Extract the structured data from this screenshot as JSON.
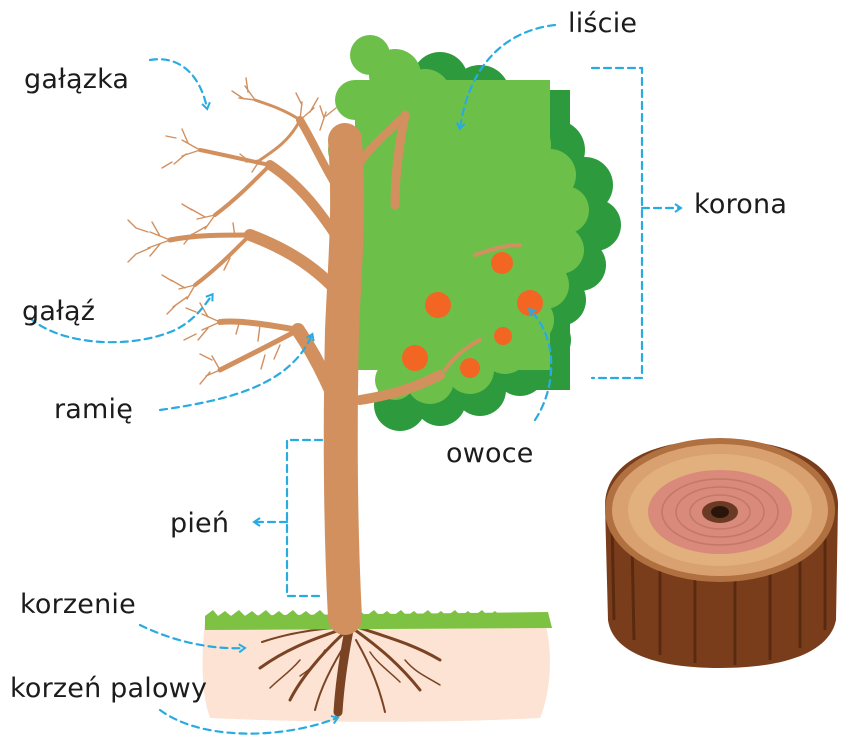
{
  "colors": {
    "arrow": "#29abe2",
    "trunk": "#d2905f",
    "foliage_light": "#6cc04a",
    "foliage_dark": "#2e9a3e",
    "fruit": "#f26522",
    "soil": "#fde3d3",
    "grass": "#7dc243",
    "stump_bark": "#7a3d1c",
    "stump_ring_outer": "#d9a070",
    "stump_ring_inner": "#d98a7a"
  },
  "labels": {
    "twig": "gałązka",
    "leaves": "liście",
    "crown": "korona",
    "branch": "gałąź",
    "limb": "ramię",
    "fruits": "owoce",
    "trunk": "pień",
    "roots": "korzenie",
    "taproot": "korzeń palowy"
  }
}
